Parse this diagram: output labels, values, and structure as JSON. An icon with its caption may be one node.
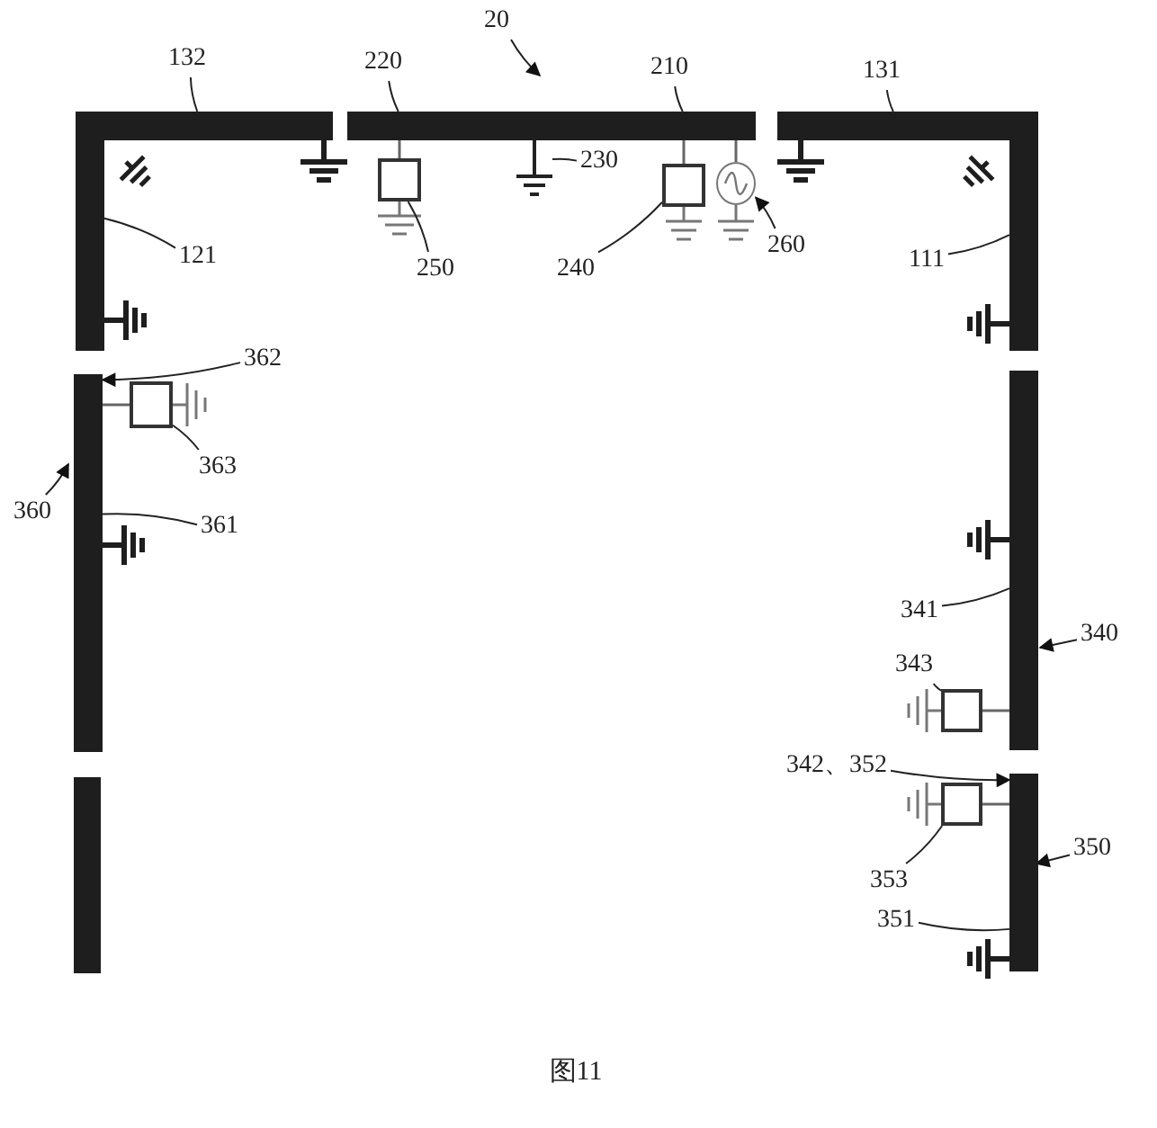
{
  "diagram": {
    "caption": "图11",
    "nodes": [
      {
        "text": [
          "20"
        ]
      },
      {
        "text": [
          "132"
        ]
      },
      {
        "text": [
          "220"
        ]
      },
      {
        "text": [
          "210"
        ]
      },
      {
        "text": [
          "131"
        ]
      },
      {
        "text": [],
        "shape": "bar"
      },
      {
        "text": [],
        "shape": "bar"
      },
      {
        "text": [],
        "shape": "bar"
      },
      {
        "text": [],
        "shape": "bar"
      },
      {
        "text": [],
        "shape": "bar"
      },
      {
        "text": [
          "230"
        ]
      },
      {
        "text": [],
        "shape": "ground"
      },
      {
        "text": [],
        "shape": "box"
      },
      {
        "text": [],
        "shape": "box"
      },
      {
        "text": [],
        "shape": "circle"
      },
      {
        "text": [
          "121"
        ]
      },
      {
        "text": [
          "250"
        ]
      },
      {
        "text": [
          "240"
        ]
      },
      {
        "text": [
          "260"
        ]
      },
      {
        "text": [
          "111"
        ]
      },
      {
        "text": [
          "362"
        ]
      },
      {
        "text": [],
        "shape": "bar"
      },
      {
        "text": [],
        "shape": "box"
      },
      {
        "text": [
          "363"
        ]
      },
      {
        "text": [
          "360"
        ]
      },
      {
        "text": [
          "361"
        ]
      },
      {
        "text": [],
        "shape": "bar"
      },
      {
        "text": [
          "341"
        ]
      },
      {
        "text": [
          "340"
        ]
      },
      {
        "text": [
          "343"
        ]
      },
      {
        "text": [],
        "shape": "box"
      },
      {
        "text": [
          "342、352"
        ]
      },
      {
        "text": [],
        "shape": "bar"
      },
      {
        "text": [],
        "shape": "box"
      },
      {
        "text": [
          "350"
        ]
      },
      {
        "text": [
          "353"
        ]
      },
      {
        "text": [
          "351"
        ]
      },
      {
        "text": [],
        "shape": "bar"
      }
    ],
    "edges": [
      {
        "from": 0,
        "to": null,
        "arrow": "to"
      },
      {
        "from": 1,
        "to": 5,
        "arrow": "none"
      },
      {
        "from": 2,
        "to": 7,
        "arrow": "none"
      },
      {
        "from": 3,
        "to": 7,
        "arrow": "none"
      },
      {
        "from": 4,
        "to": 8,
        "arrow": "none"
      },
      {
        "from": 10,
        "to": 11,
        "arrow": "none"
      },
      {
        "from": 15,
        "to": 6,
        "arrow": "none"
      },
      {
        "from": 16,
        "to": 12,
        "arrow": "none"
      },
      {
        "from": 17,
        "to": 13,
        "arrow": "none"
      },
      {
        "from": 18,
        "to": 14,
        "arrow": "to"
      },
      {
        "from": 19,
        "to": 9,
        "arrow": "none"
      },
      {
        "from": 20,
        "to": 21,
        "arrow": "to"
      },
      {
        "from": 23,
        "to": 22,
        "arrow": "none"
      },
      {
        "from": 24,
        "to": null,
        "arrow": "to"
      },
      {
        "from": 25,
        "to": 21,
        "arrow": "none"
      },
      {
        "from": 27,
        "to": 26,
        "arrow": "none"
      },
      {
        "from": 28,
        "to": null,
        "arrow": "to"
      },
      {
        "from": 29,
        "to": 30,
        "arrow": "none"
      },
      {
        "from": 31,
        "to": 32,
        "arrow": "to"
      },
      {
        "from": 34,
        "to": null,
        "arrow": "to"
      },
      {
        "from": 35,
        "to": 33,
        "arrow": "none"
      },
      {
        "from": 36,
        "to": 32,
        "arrow": "none"
      },
      {
        "from": 7,
        "to": 12,
        "arrow": "none",
        "color": "#666666"
      },
      {
        "from": 7,
        "to": 13,
        "arrow": "none",
        "color": "#666666"
      },
      {
        "from": 7,
        "to": 14,
        "arrow": "none",
        "color": "#666666"
      },
      {
        "from": 21,
        "to": 22,
        "arrow": "none",
        "color": "#666666"
      },
      {
        "from": 26,
        "to": 30,
        "arrow": "none",
        "color": "#666666"
      },
      {
        "from": 32,
        "to": 33,
        "arrow": "none",
        "color": "#666666"
      }
    ]
  }
}
